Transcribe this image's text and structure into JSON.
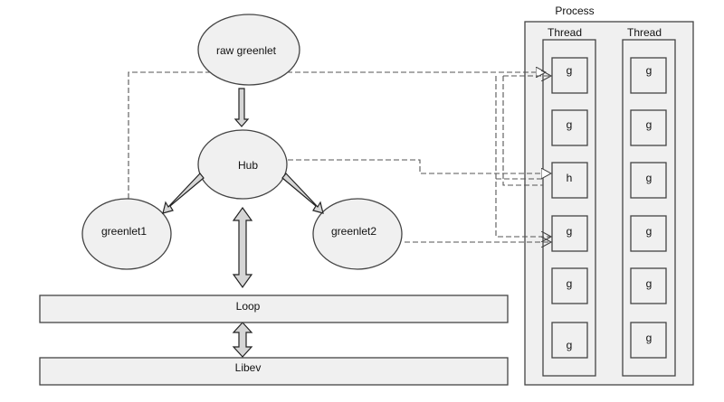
{
  "process": {
    "title": "Process"
  },
  "threads": [
    {
      "title": "Thread",
      "cells": [
        "g",
        "g",
        "h",
        "g",
        "g",
        "g"
      ]
    },
    {
      "title": "Thread",
      "cells": [
        "g",
        "g",
        "g",
        "g",
        "g",
        "g"
      ]
    }
  ],
  "nodes": {
    "raw": "raw greenlet",
    "hub": "Hub",
    "g1": "greenlet1",
    "g2": "greenlet2"
  },
  "layers": {
    "loop": "Loop",
    "libev": "Libev"
  }
}
